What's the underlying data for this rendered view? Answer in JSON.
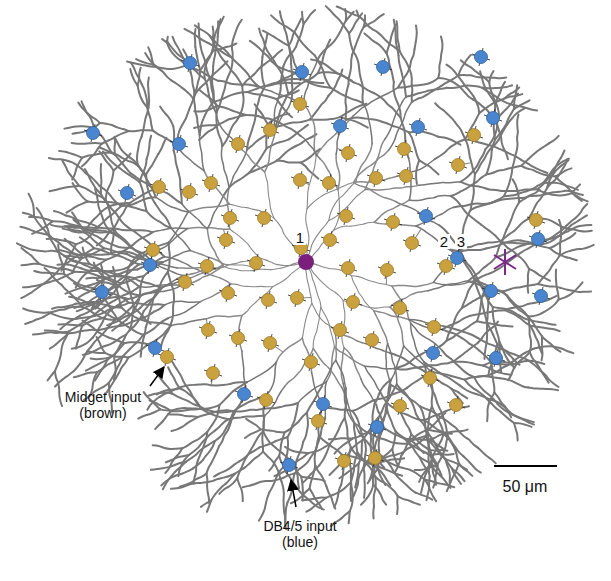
{
  "diagram": {
    "labels": [
      "1",
      "2",
      "3",
      "Midget input (brown)",
      "DB4/5 input (blue)",
      "50 μm"
    ]
  }
}
